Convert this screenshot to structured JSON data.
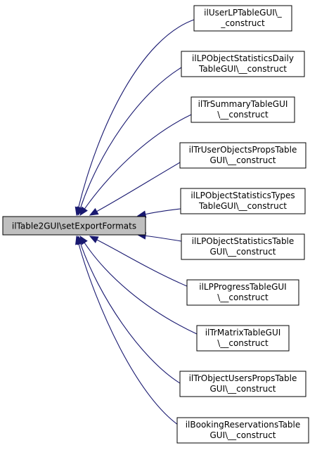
{
  "diagram": {
    "root": {
      "id": "root",
      "lines": [
        "ilTable2GUI\\setExportFormats"
      ]
    },
    "callers": [
      {
        "id": "n0",
        "lines": [
          "ilUserLPTableGUI\\_",
          "_construct"
        ]
      },
      {
        "id": "n1",
        "lines": [
          "ilLPObjectStatisticsDaily",
          "TableGUI\\__construct"
        ]
      },
      {
        "id": "n2",
        "lines": [
          "ilTrSummaryTableGUI",
          "\\__construct"
        ]
      },
      {
        "id": "n3",
        "lines": [
          "ilTrUserObjectsPropsTable",
          "GUI\\__construct"
        ]
      },
      {
        "id": "n4",
        "lines": [
          "ilLPObjectStatisticsTypes",
          "TableGUI\\__construct"
        ]
      },
      {
        "id": "n5",
        "lines": [
          "ilLPObjectStatisticsTable",
          "GUI\\__construct"
        ]
      },
      {
        "id": "n6",
        "lines": [
          "ilLPProgressTableGUI",
          "\\__construct"
        ]
      },
      {
        "id": "n7",
        "lines": [
          "ilTrMatrixTableGUI",
          "\\__construct"
        ]
      },
      {
        "id": "n8",
        "lines": [
          "ilTrObjectUsersPropsTable",
          "GUI\\__construct"
        ]
      },
      {
        "id": "n9",
        "lines": [
          "ilBookingReservationsTable",
          "GUI\\__construct"
        ]
      }
    ],
    "colors": {
      "edge": "#191970",
      "root_fill": "#bfbfbf",
      "node_fill": "#ffffff",
      "border": "#000000"
    }
  }
}
